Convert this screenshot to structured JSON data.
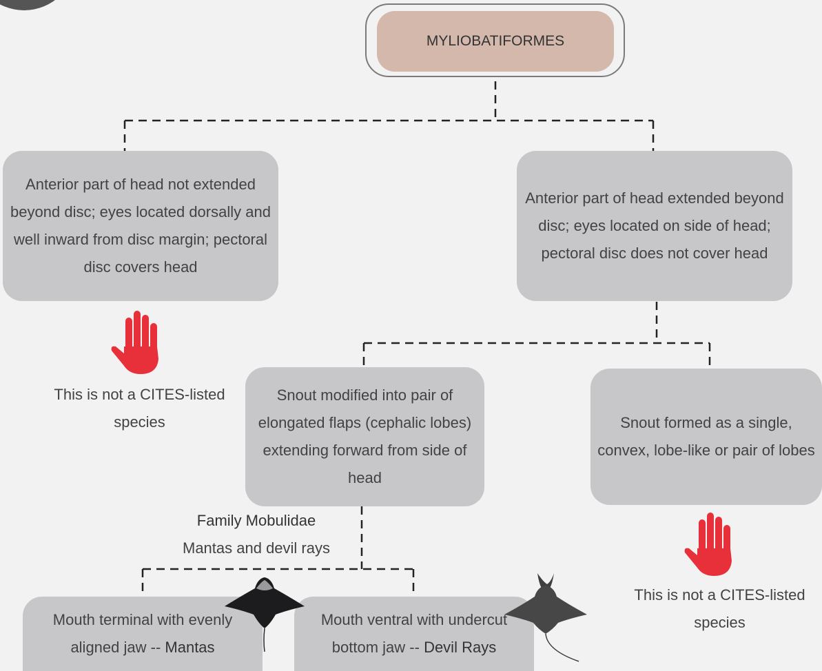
{
  "root": {
    "label": "MYLIOBATIFORMES"
  },
  "nodes": {
    "left_a": "Anterior part of head not extended beyond disc; eyes located dorsally and well inward from disc margin; pectoral disc covers head",
    "right_a": "Anterior part of head extended beyond disc; eyes located on side of head; pectoral disc does not cover head",
    "snout_flaps": "Snout modified into pair of elongated flaps (cephalic lobes) extending forward from side of head",
    "snout_single": "Snout formed as a single, convex, lobe-like or pair of lobes",
    "mantas_text": "Mouth terminal with evenly aligned jaw -- ",
    "mantas_bold": "Mantas",
    "devil_text": "Mouth ventral with undercut bottom jaw -- ",
    "devil_bold": "Devil Rays"
  },
  "notes": {
    "not_cites_1": "This is not a CITES-listed species",
    "not_cites_2": "This is not a CITES-listed species",
    "family": "Family Mobulidae",
    "family_common": "Mantas and devil rays"
  },
  "icons": [
    "stop-hand-icon",
    "manta-ray-image",
    "devil-ray-image"
  ],
  "colors": {
    "root_fill": "#d3b8ab",
    "node_fill": "#c7c7c9",
    "hand": "#e8303a",
    "background": "#f2f2f2"
  }
}
